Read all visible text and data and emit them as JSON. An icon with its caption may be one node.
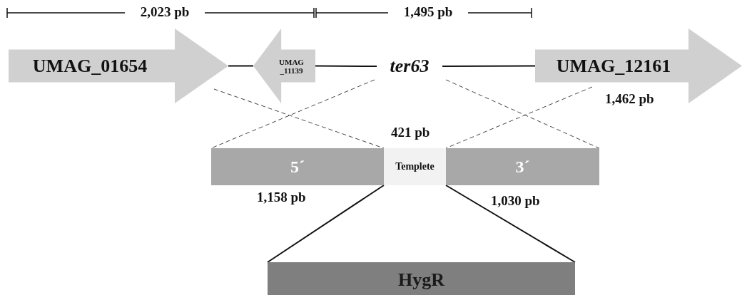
{
  "diagram": {
    "nodes": [
      {
        "text": [
          "UMAG_01654"
        ]
      },
      {
        "text": [
          "UMAG _11139"
        ]
      },
      {
        "text": [
          "ter63"
        ]
      },
      {
        "text": [
          "UMAG_12161"
        ],
        "beside": [
          "1,462 pb"
        ]
      },
      {
        "text": [
          "5´"
        ],
        "beside": [
          "1,158 pb"
        ]
      },
      {
        "text": [
          "Templete"
        ],
        "beside": [
          "421 pb"
        ]
      },
      {
        "text": [
          "3´"
        ],
        "beside": [
          "1,030 pb"
        ]
      },
      {
        "text": [
          "HygR"
        ]
      }
    ],
    "edges": [
      {
        "from": 0,
        "to": 1,
        "arrow": "none"
      },
      {
        "from": 1,
        "to": 2,
        "arrow": "none"
      },
      {
        "from": 2,
        "to": 3,
        "arrow": "none"
      },
      {
        "from": 5,
        "to": 7,
        "arrow": "none"
      },
      {
        "from": 5,
        "to": 7,
        "arrow": "none"
      },
      {
        "from": 0,
        "to": 4,
        "arrow": "none",
        "style": "dashed"
      },
      {
        "from": 2,
        "to": 4,
        "arrow": "none",
        "style": "dashed"
      },
      {
        "from": 2,
        "to": 6,
        "arrow": "none",
        "style": "dashed"
      },
      {
        "from": 3,
        "to": 6,
        "arrow": "none",
        "style": "dashed"
      }
    ],
    "labels": [
      "2,023 pb",
      "1,495 pb"
    ]
  }
}
